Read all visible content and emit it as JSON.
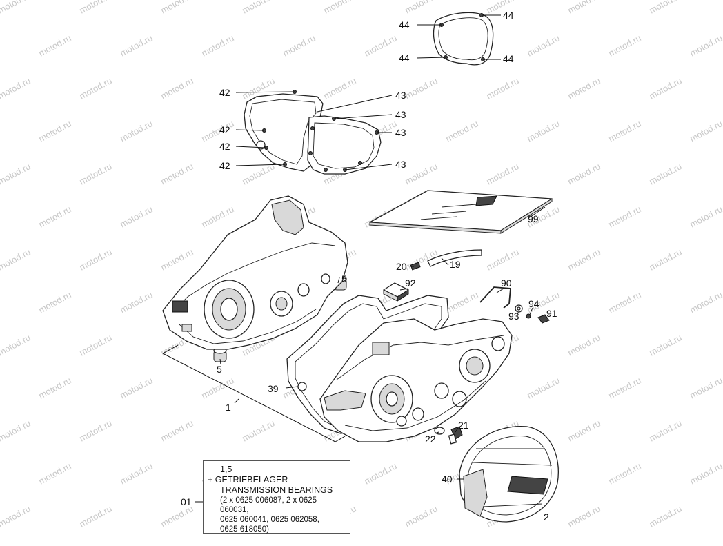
{
  "watermark": "motod.ru",
  "callouts": {
    "c44": "44",
    "c42": "42",
    "c43": "43",
    "c99": "99",
    "c20": "20",
    "c19": "19",
    "c5": "5",
    "c92": "92",
    "c90": "90",
    "c94": "94",
    "c93": "93",
    "c91": "91",
    "c39": "39",
    "c1": "1",
    "c21": "21",
    "c22": "22",
    "c40": "40",
    "c2": "2",
    "c01": "01"
  },
  "info_box": {
    "line1": "1,5",
    "line2": "+ GETRIEBELAGER",
    "line3": "TRANSMISSION BEARINGS",
    "line4": "(2 x 0625 006087, 2 x 0625 060031,",
    "line5": "0625 060041, 0625 062058,",
    "line6": "0625 618050)"
  }
}
